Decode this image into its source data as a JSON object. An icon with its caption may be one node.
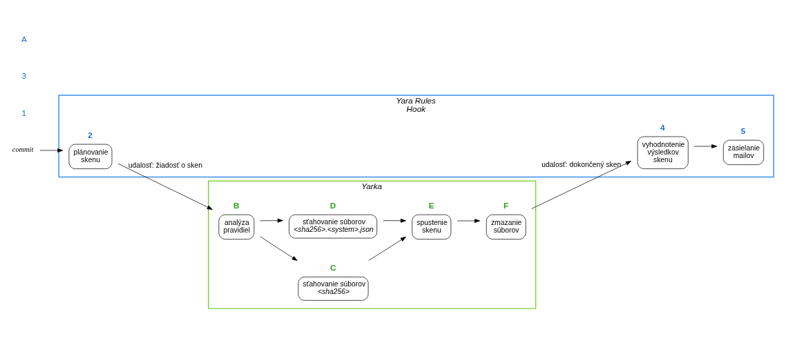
{
  "diagram": {
    "nodes": [
      {
        "text": [
          "Yara Rules Hook"
        ]
      },
      {
        "text": [
          "plánovanie skenu"
        ],
        "in": 0,
        "beside": [
          "2"
        ]
      },
      {
        "text": [
          "vyhodnotenie výsledkov skenu"
        ],
        "in": 0,
        "beside": [
          "4"
        ]
      },
      {
        "text": [
          "zasielanie mailov"
        ],
        "in": 0,
        "beside": [
          "5"
        ]
      },
      {
        "text": [
          "Yarka"
        ]
      },
      {
        "text": [
          "analýza pravidiel"
        ],
        "in": 4,
        "beside": [
          "B"
        ]
      },
      {
        "text": [
          "sťahovanie súborov *<sha256>*"
        ],
        "in": 4,
        "beside": [
          "C"
        ]
      },
      {
        "text": [
          "sťahovanie súborov *<sha256>.<system>.json*"
        ],
        "in": 4,
        "beside": [
          "D"
        ]
      },
      {
        "text": [
          "spustenie skenu"
        ],
        "in": 4,
        "beside": [
          "E"
        ]
      },
      {
        "text": [
          "zmazanie súborov"
        ],
        "in": 4,
        "beside": [
          "F"
        ]
      },
      {
        "text": [
          "commit"
        ]
      }
    ],
    "edges": [
      {
        "from": 10,
        "to": 1,
        "arrow": "to"
      },
      {
        "from": 1,
        "to": 5,
        "arrow": "to",
        "label": "udalosť: žiadosť o sken"
      },
      {
        "from": 5,
        "to": 6,
        "arrow": "to"
      },
      {
        "from": 5,
        "to": 7,
        "arrow": "to"
      },
      {
        "from": 6,
        "to": 8,
        "arrow": "to"
      },
      {
        "from": 7,
        "to": 8,
        "arrow": "to"
      },
      {
        "from": 8,
        "to": 9,
        "arrow": "to"
      },
      {
        "from": 9,
        "to": 2,
        "arrow": "to",
        "label": "udalosť: dokončený sken"
      },
      {
        "from": 2,
        "to": 3,
        "arrow": "to"
      }
    ],
    "labels": [
      "1",
      "3",
      "A"
    ]
  }
}
